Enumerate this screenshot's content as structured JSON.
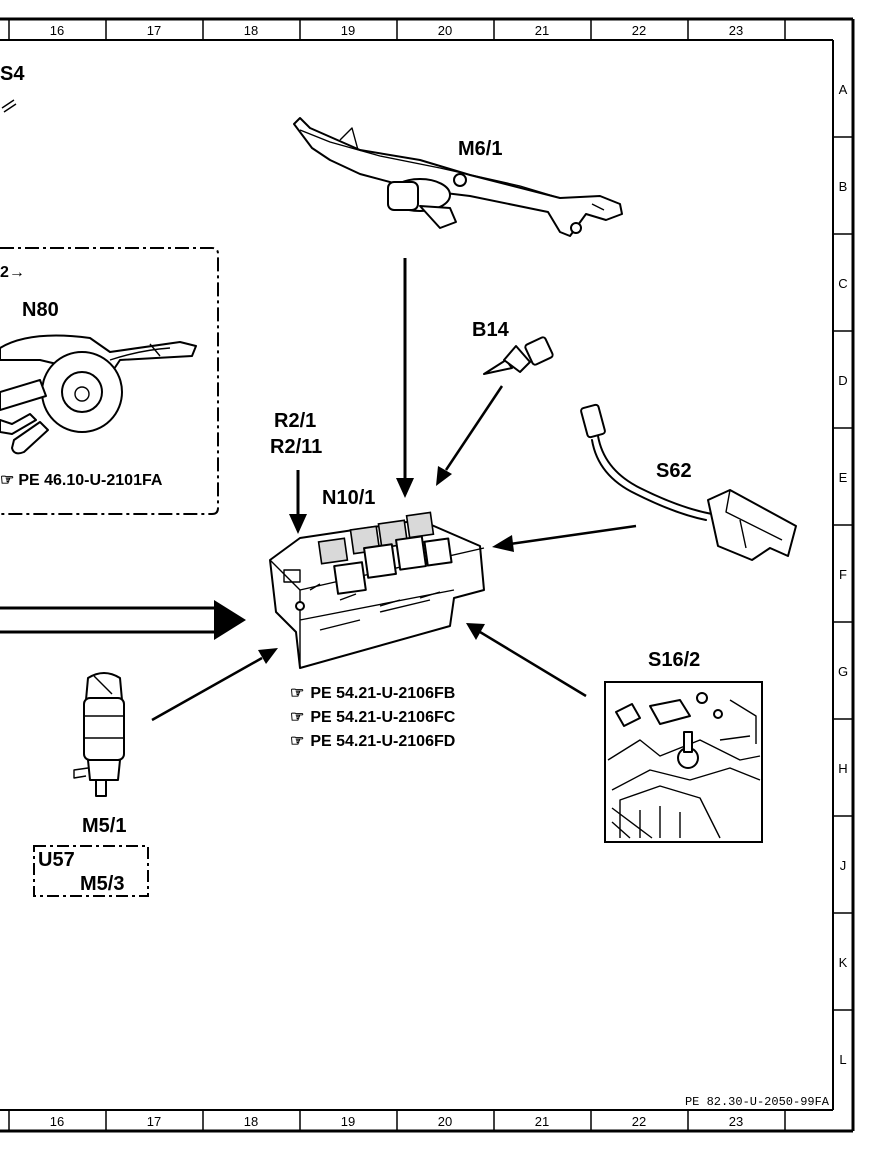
{
  "columns": [
    "16",
    "17",
    "18",
    "19",
    "20",
    "21",
    "22",
    "23"
  ],
  "rows": [
    "A",
    "B",
    "C",
    "D",
    "E",
    "F",
    "G",
    "H",
    "J",
    "K",
    "L"
  ],
  "components": {
    "s64_partial": "S4",
    "m6_1": "M6/1",
    "n80_ref_partial": "2→",
    "n80": "N80",
    "n80_doc": "PE 46.10-U-2101FA",
    "b14": "B14",
    "r2_1": "R2/1",
    "r2_11": "R2/11",
    "n10_1": "N10/1",
    "s62": "S62",
    "s16_2": "S16/2",
    "m5_1": "M5/1",
    "u57": "U57",
    "m5_3": "M5/3"
  },
  "n10_docs": [
    "PE  54.21-U-2106FB",
    "PE  54.21-U-2106FC",
    "PE  54.21-U-2106FD"
  ],
  "footer_code": "PE 82.30-U-2050-99FA",
  "ref_glyph": "☞"
}
